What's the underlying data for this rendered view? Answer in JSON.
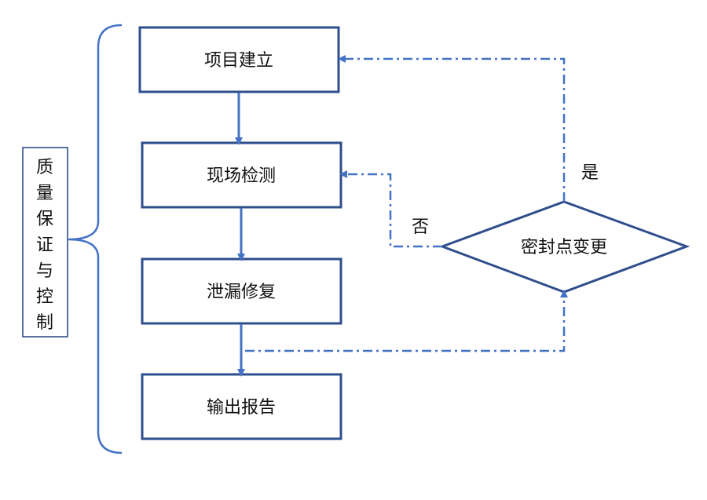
{
  "colors": {
    "box_border": "#2E4E8C",
    "flow_arrow": "#4472C4",
    "text": "#111111"
  },
  "quality_control": {
    "label": "质量保证与控制",
    "chars": [
      "质",
      "量",
      "保",
      "证",
      "与",
      "控",
      "制"
    ]
  },
  "steps": [
    {
      "label": "项目建立"
    },
    {
      "label": "现场检测"
    },
    {
      "label": "泄漏修复"
    },
    {
      "label": "输出报告"
    }
  ],
  "decision": {
    "label": "密封点变更",
    "yes_label": "是",
    "no_label": "否"
  }
}
